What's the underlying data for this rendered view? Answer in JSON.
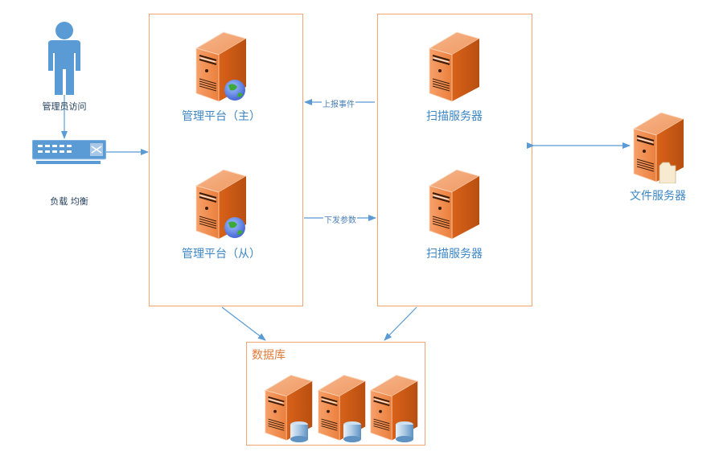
{
  "diagram": {
    "nodes": {
      "admin": {
        "label": "管理员访问",
        "icon": "user-icon"
      },
      "load_balancer": {
        "label": "负载 均衡",
        "icon": "switch-icon"
      },
      "mgmt_primary": {
        "label": "管理平台（主）",
        "icon": "web-server-icon"
      },
      "mgmt_secondary": {
        "label": "管理平台（从）",
        "icon": "web-server-icon"
      },
      "scan_server_1": {
        "label": "扫描服务器",
        "icon": "server-icon"
      },
      "scan_server_2": {
        "label": "扫描服务器",
        "icon": "server-icon"
      },
      "file_server": {
        "label": "文件服务器",
        "icon": "file-server-icon"
      },
      "database": {
        "label": "数据库",
        "icon": "database-server-icon",
        "count": 3
      }
    },
    "edges": [
      {
        "from": "admin",
        "to": "load_balancer",
        "label": ""
      },
      {
        "from": "load_balancer",
        "to": "mgmt_group",
        "label": ""
      },
      {
        "from": "scan_group",
        "to": "mgmt_group",
        "label": "上报事件"
      },
      {
        "from": "mgmt_group",
        "to": "scan_group",
        "label": "下发参数"
      },
      {
        "from": "scan_group",
        "to": "file_server",
        "label": "",
        "bidirectional": true
      },
      {
        "from": "mgmt_group",
        "to": "database",
        "label": ""
      },
      {
        "from": "scan_group",
        "to": "database",
        "label": ""
      }
    ],
    "colors": {
      "box_border": "#f4a46e",
      "arrow": "#5b9bd5",
      "label_blue": "#3c86c4",
      "db_label": "#e07b39"
    }
  }
}
